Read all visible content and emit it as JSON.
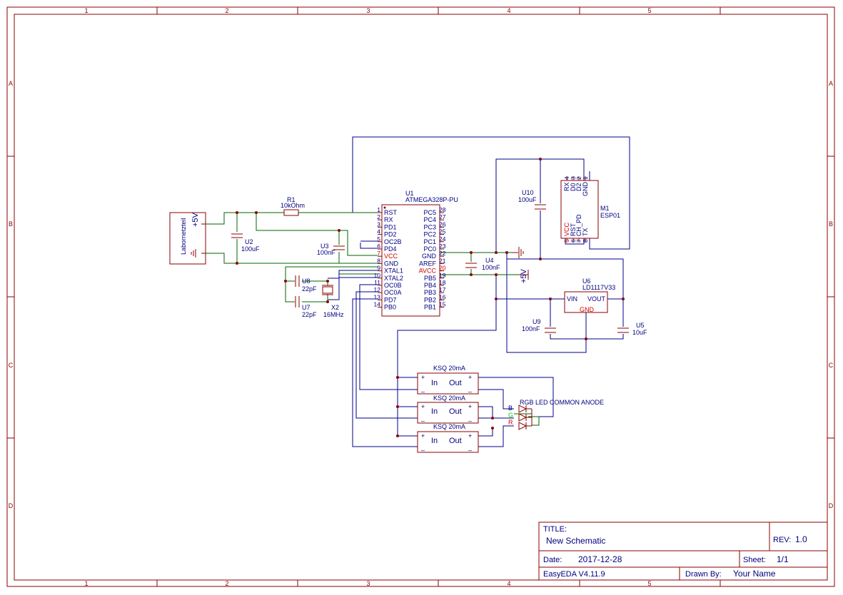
{
  "frame": {
    "cols": [
      "1",
      "2",
      "3",
      "4",
      "5"
    ],
    "rows": [
      "A",
      "B",
      "C",
      "D"
    ]
  },
  "title_block": {
    "title_label": "TITLE:",
    "title": "New Schematic",
    "rev_label": "REV:",
    "rev": "1.0",
    "date_label": "Date:",
    "date": "2017-12-28",
    "sheet_label": "Sheet:",
    "sheet": "1/1",
    "tool": "EasyEDA V4.11.9",
    "drawn_label": "Drawn By:",
    "drawn_by": "Your Name"
  },
  "parts": {
    "psu": {
      "name": "Labornetzteil",
      "pin": "+5V"
    },
    "r1": {
      "ref": "R1",
      "value": "10kOhm"
    },
    "u1": {
      "ref": "U1",
      "value": "ATMEGA328P-PU",
      "left_pins": [
        {
          "num": "1",
          "name": "RST"
        },
        {
          "num": "2",
          "name": "RX"
        },
        {
          "num": "3",
          "name": "PD1"
        },
        {
          "num": "4",
          "name": "PD2"
        },
        {
          "num": "5",
          "name": "OC2B"
        },
        {
          "num": "6",
          "name": "PD4"
        },
        {
          "num": "7",
          "name": "VCC"
        },
        {
          "num": "8",
          "name": "GND"
        },
        {
          "num": "9",
          "name": "XTAL1"
        },
        {
          "num": "10",
          "name": "XTAL2"
        },
        {
          "num": "11",
          "name": "OC0B"
        },
        {
          "num": "12",
          "name": "OC0A"
        },
        {
          "num": "13",
          "name": "PD7"
        },
        {
          "num": "14",
          "name": "PB0"
        }
      ],
      "right_pins": [
        {
          "num": "28",
          "name": "PC5"
        },
        {
          "num": "27",
          "name": "PC4"
        },
        {
          "num": "26",
          "name": "PC3"
        },
        {
          "num": "25",
          "name": "PC2"
        },
        {
          "num": "24",
          "name": "PC1"
        },
        {
          "num": "23",
          "name": "PC0"
        },
        {
          "num": "22",
          "name": "GND"
        },
        {
          "num": "21",
          "name": "AREF"
        },
        {
          "num": "20",
          "name": "AVCC"
        },
        {
          "num": "19",
          "name": "PB5"
        },
        {
          "num": "18",
          "name": "PB4"
        },
        {
          "num": "17",
          "name": "PB3"
        },
        {
          "num": "16",
          "name": "PB2"
        },
        {
          "num": "15",
          "name": "PB1"
        }
      ]
    },
    "u2": {
      "ref": "U2",
      "value": "100uF"
    },
    "u3": {
      "ref": "U3",
      "value": "100nF"
    },
    "u4": {
      "ref": "U4",
      "value": "100nF"
    },
    "u5": {
      "ref": "U5",
      "value": "10uF"
    },
    "u6": {
      "ref": "U6",
      "value": "LD1117V33",
      "vin": "VIN",
      "vout": "VOUT",
      "gnd": "GND"
    },
    "u7": {
      "ref": "U7",
      "value": "22pF"
    },
    "u8": {
      "ref": "U8",
      "value": "22pF"
    },
    "u9": {
      "ref": "U9",
      "value": "100nF"
    },
    "u10": {
      "ref": "U10",
      "value": "100uF"
    },
    "x2": {
      "ref": "X2",
      "value": "16MHz"
    },
    "m1": {
      "ref": "M1",
      "value": "ESP01",
      "top_pins": [
        {
          "num": "4",
          "name": "RX"
        },
        {
          "num": "3",
          "name": "D0"
        },
        {
          "num": "2",
          "name": "D2"
        },
        {
          "num": "1",
          "name": "GND"
        }
      ],
      "bottom_pins": [
        {
          "num": "5",
          "name": "VCC"
        },
        {
          "num": "6",
          "name": "RST"
        },
        {
          "num": "7",
          "name": "CH_PD"
        },
        {
          "num": "8",
          "name": "TX"
        }
      ]
    },
    "ksq": {
      "label": "KSQ 20mA",
      "in": "In",
      "out": "Out",
      "plus": "+",
      "minus": "_"
    },
    "led": {
      "label": "RGB LED COMMON ANODE",
      "b": "B",
      "g": "G",
      "r": "R"
    },
    "vcc_flag": "+5V"
  }
}
